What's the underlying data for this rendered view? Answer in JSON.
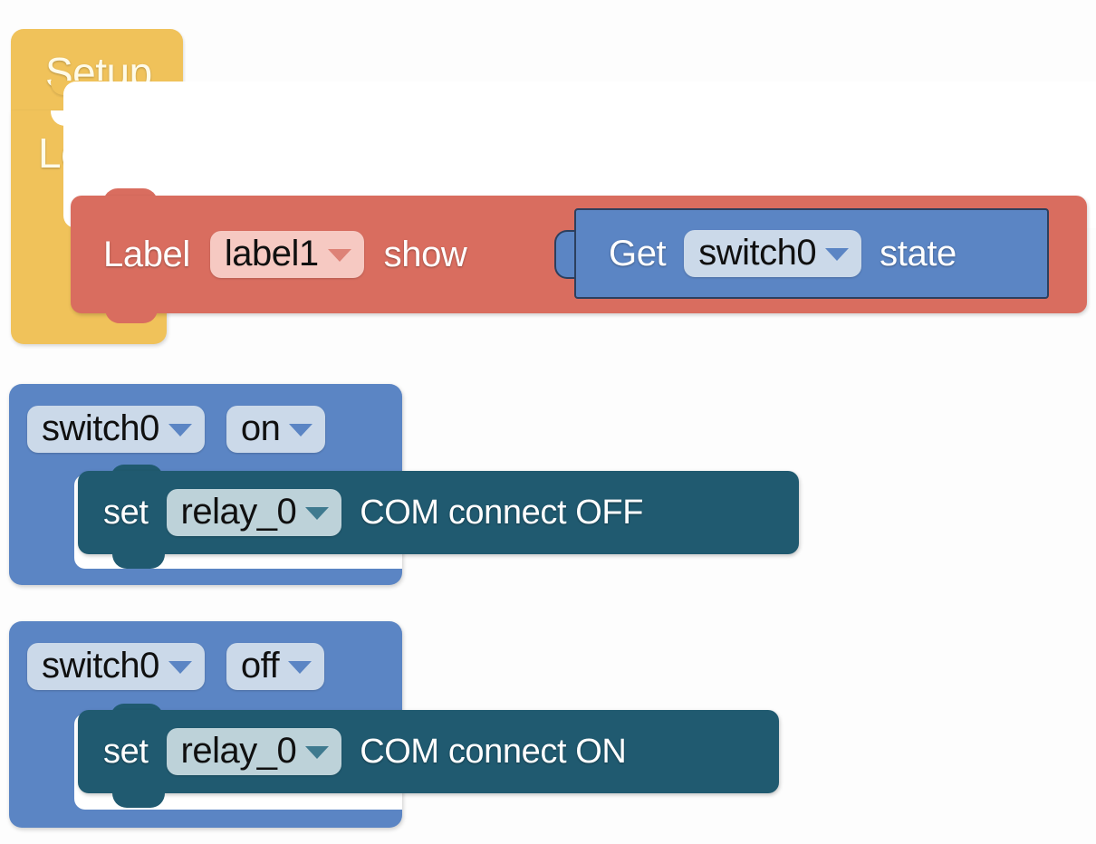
{
  "workspace": {
    "name": "blockly-workspace",
    "background": "#ffffff"
  },
  "colors": {
    "event_yellow": "#f0c25a",
    "label_red": "#d96d5f",
    "value_blue": "#5b85c4",
    "relay_teal": "#205a70",
    "pill_pink": "#f6c9c2",
    "pill_bluegrey": "#cbd9e9",
    "pill_teal": "#bdd2d9"
  },
  "blocks": {
    "setup": {
      "label": "Setup"
    },
    "loop": {
      "label": "Loop"
    },
    "label_show": {
      "prefix": "Label",
      "dropdown_value": "label1",
      "suffix": "show"
    },
    "get_state": {
      "prefix": "Get",
      "dropdown_value": "switch0",
      "suffix": "state"
    },
    "switch_on_hat": {
      "device_dropdown": "switch0",
      "event_dropdown": "on"
    },
    "switch_on_set": {
      "prefix": "set",
      "dropdown_value": "relay_0",
      "suffix": "COM connect OFF"
    },
    "switch_off_hat": {
      "device_dropdown": "switch0",
      "event_dropdown": "off"
    },
    "switch_off_set": {
      "prefix": "set",
      "dropdown_value": "relay_0",
      "suffix": "COM connect ON"
    }
  },
  "icons": {
    "dropdown_arrow": "chevron-down-icon"
  }
}
